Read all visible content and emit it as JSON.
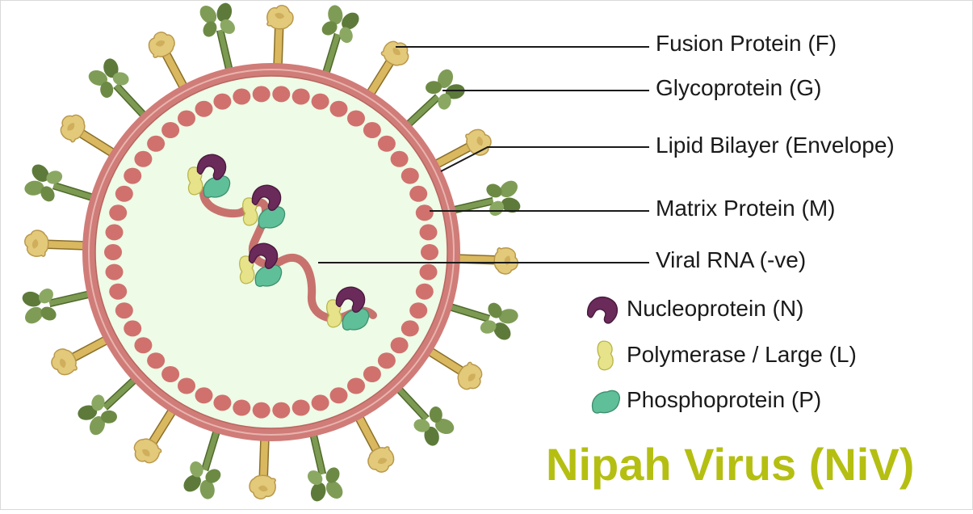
{
  "title": "Nipah Virus (NiV)",
  "labels": {
    "fusion": "Fusion Protein (F)",
    "glyco": "Glycoprotein (G)",
    "lipid": "Lipid Bilayer (Envelope)",
    "matrix": "Matrix Protein (M)",
    "rna": "Viral RNA (-ve)"
  },
  "legend": {
    "nucleo": "Nucleoprotein (N)",
    "polymerase": "Polymerase / Large (L)",
    "phospho": "Phosphoprotein (P)"
  },
  "colors": {
    "title": "#b5bf12",
    "envelope": "#d07c78",
    "envelope_inner": "#e8b4ae",
    "interior": "#eefbe6",
    "matrix": "#d0716e",
    "rna": "#c8726e",
    "nucleo": "#6a2a5a",
    "polymerase": "#e6e38a",
    "phospho": "#5fbf98",
    "fusion": "#e3c97a",
    "glyco": "#6f8f4a"
  }
}
